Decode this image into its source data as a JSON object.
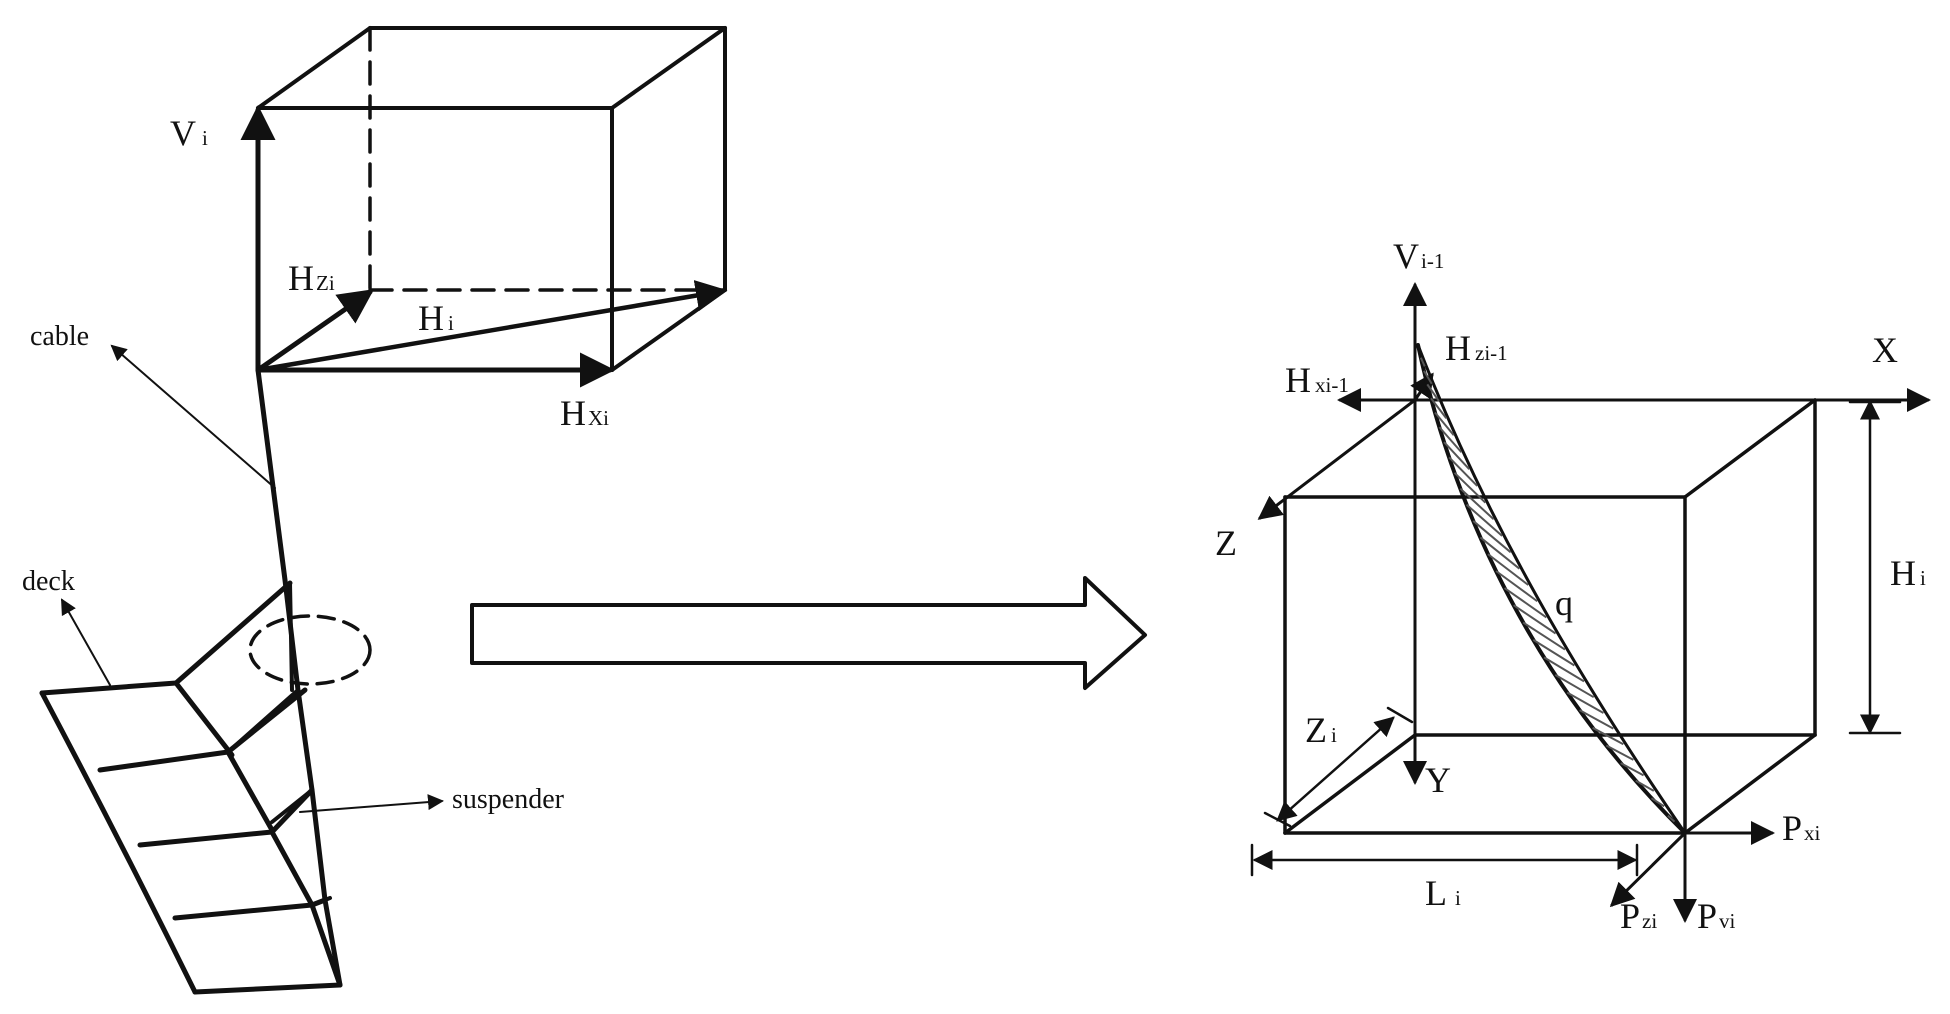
{
  "left_figure": {
    "force_labels": {
      "v_main": "V",
      "v_sub": "i",
      "hz_main": "H",
      "hz_sub": "Zi",
      "h_main": "H",
      "h_sub": "i",
      "hx_main": "H",
      "hx_sub": "Xi"
    },
    "callouts": {
      "cable": "cable",
      "deck": "deck",
      "suspender": "suspender"
    }
  },
  "right_figure": {
    "force_labels": {
      "v_top_main": "V",
      "v_top_sub": "i-1",
      "hz_top_main": "H",
      "hz_top_sub": "zi-1",
      "hx_top_main": "H",
      "hx_top_sub": "xi-1",
      "px_main": "P",
      "px_sub": "xi",
      "pz_main": "P",
      "pz_sub": "zi",
      "pv_main": "P",
      "pv_sub": "vi"
    },
    "axes": {
      "x": "X",
      "y": "Y",
      "z": "Z"
    },
    "dimensions": {
      "hi_main": "H",
      "hi_sub": "i",
      "li_main": "L",
      "li_sub": "i",
      "zi_main": "Z",
      "zi_sub": "i"
    },
    "load": "q"
  },
  "colors": {
    "ink": "#111111",
    "background": "#ffffff",
    "hatch": "#555555"
  }
}
